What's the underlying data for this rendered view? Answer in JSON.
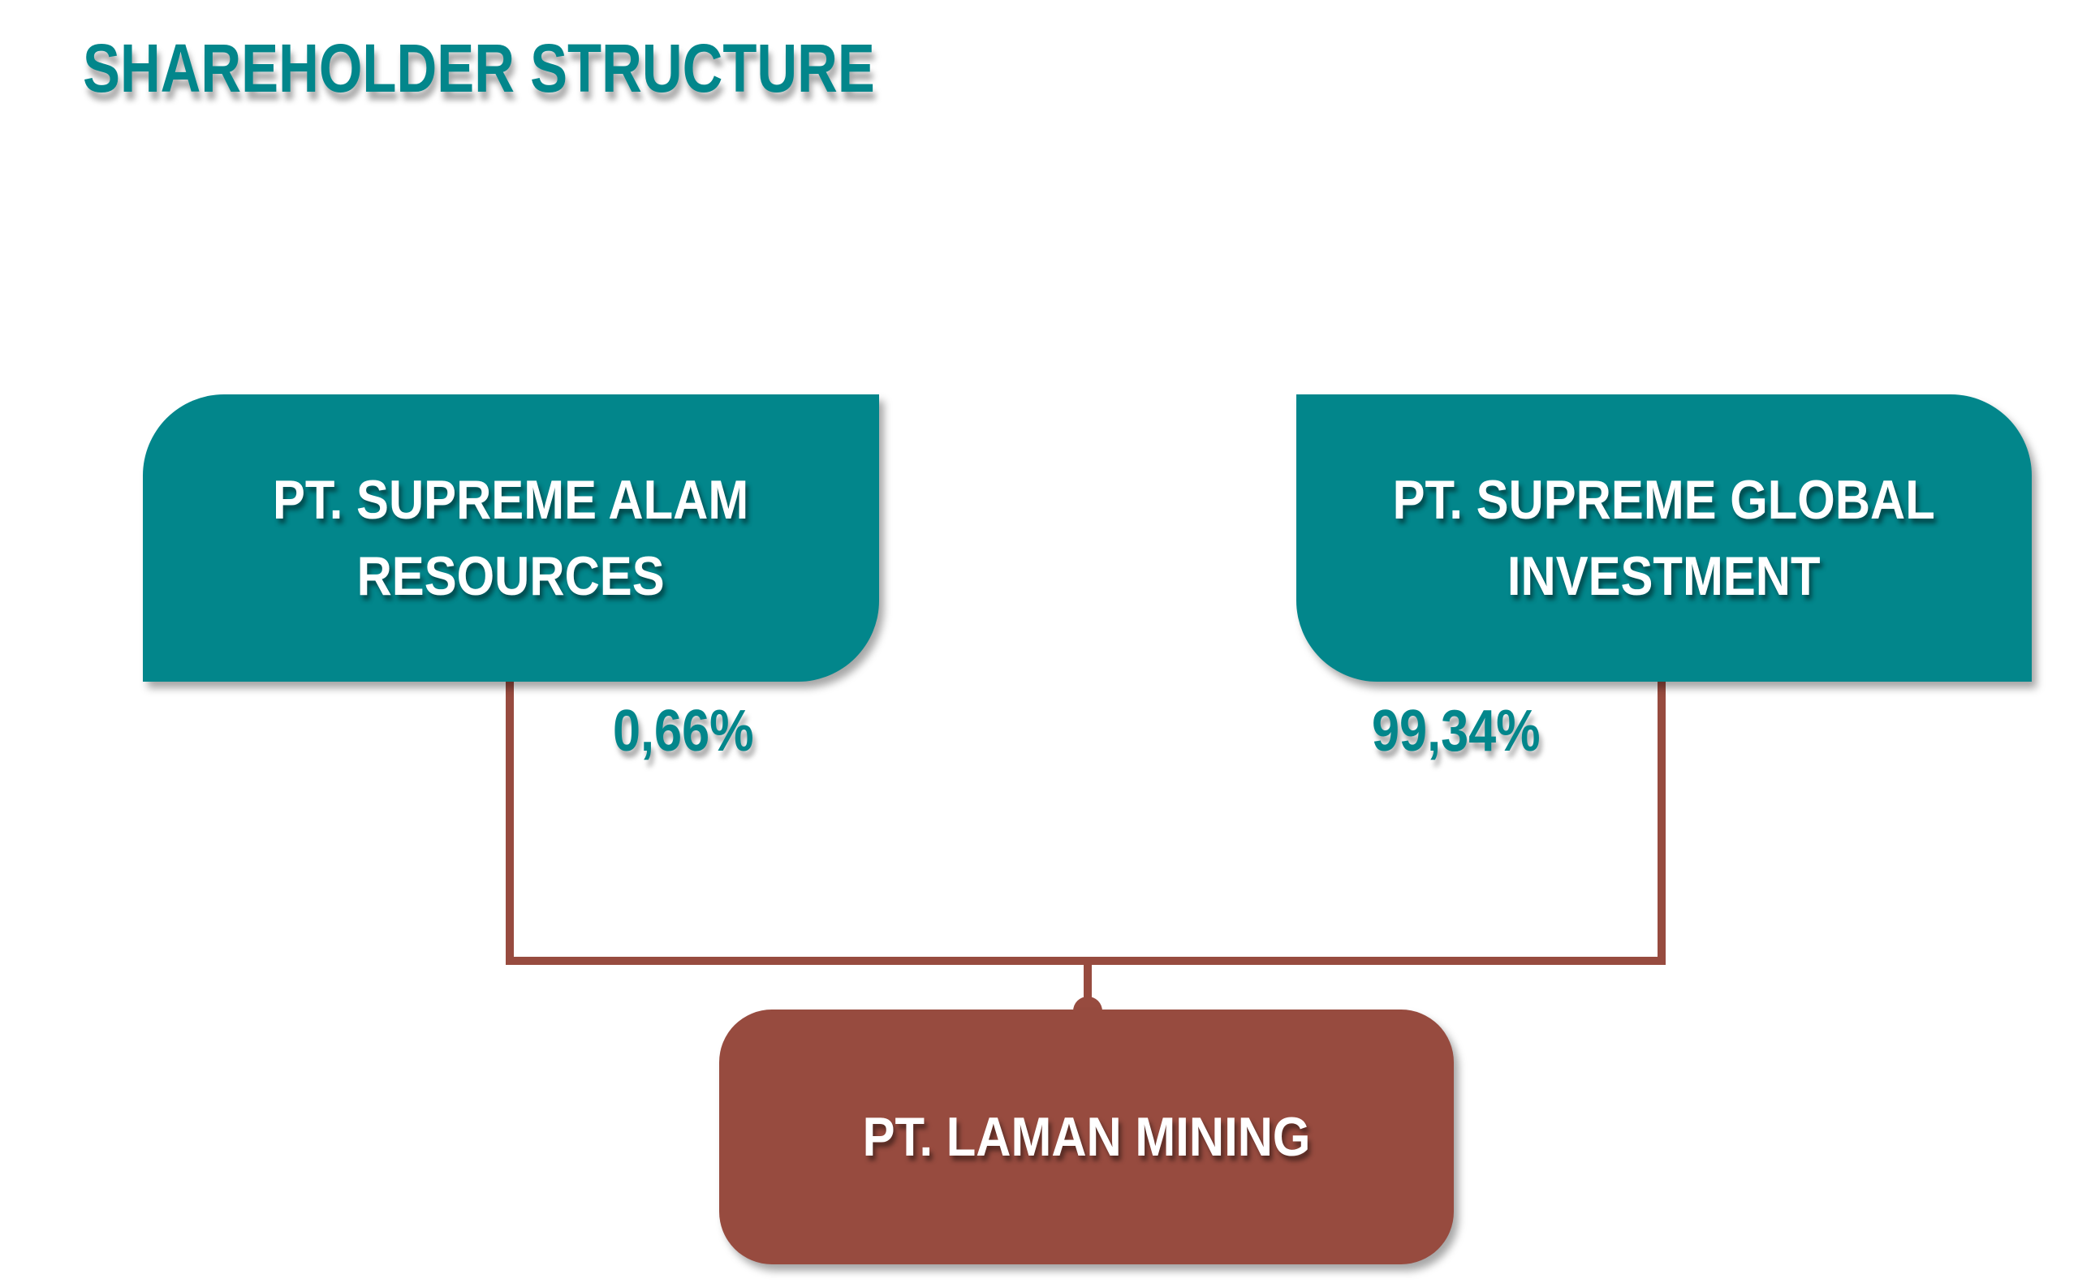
{
  "title": "SHAREHOLDER STRUCTURE",
  "shareholders": [
    {
      "name": "PT. SUPREME ALAM\nRESOURCES",
      "share": "0,66%"
    },
    {
      "name": "PT. SUPREME GLOBAL\nINVESTMENT",
      "share": "99,34%"
    }
  ],
  "company": {
    "name": "PT. LAMAN MINING"
  },
  "colors": {
    "shareholder": "#02868b",
    "company": "#974b3f"
  }
}
